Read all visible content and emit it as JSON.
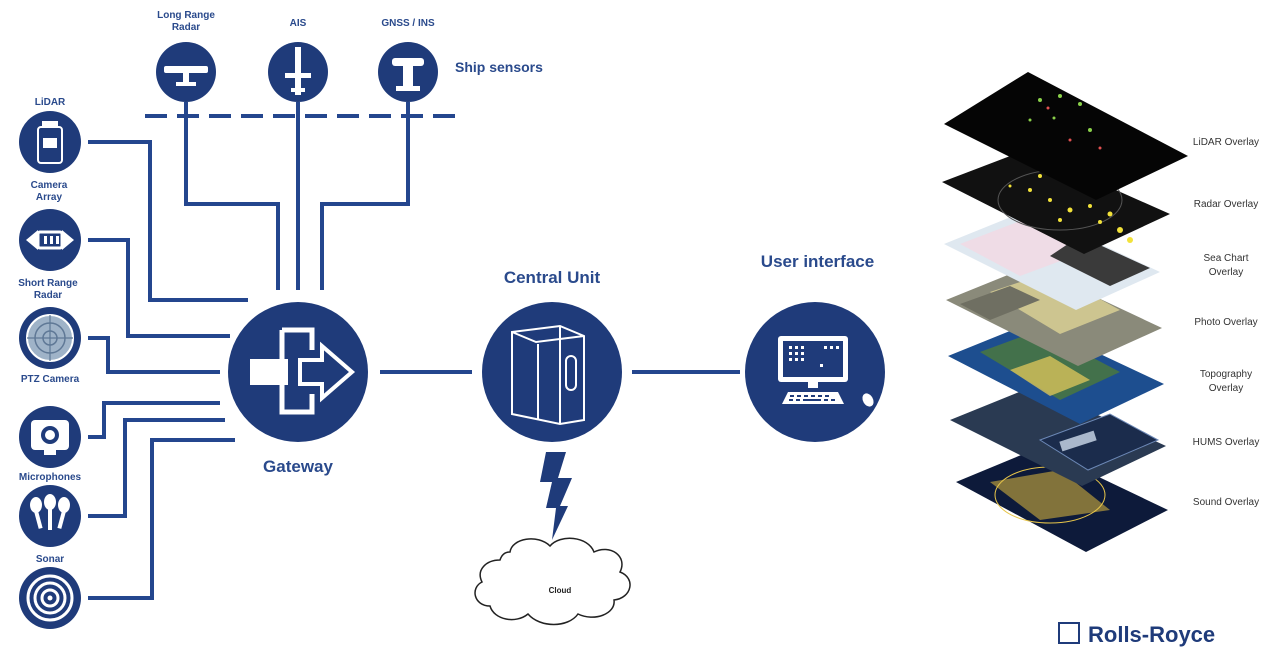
{
  "ship_sensors": {
    "title": "Ship sensors",
    "items": [
      {
        "label": "Long Range Radar"
      },
      {
        "label": "AIS"
      },
      {
        "label": "GNSS / INS"
      }
    ]
  },
  "left_sensors": [
    {
      "label": "LiDAR"
    },
    {
      "label": "Camera Array"
    },
    {
      "label": "Short Range Radar"
    },
    {
      "label": "PTZ Camera"
    },
    {
      "label": "Microphones"
    },
    {
      "label": "Sonar"
    }
  ],
  "nodes": {
    "gateway": "Gateway",
    "central_unit": "Central Unit",
    "user_interface": "User interface",
    "cloud": "Cloud"
  },
  "overlays": [
    "LiDAR Overlay",
    "Radar Overlay",
    "Sea Chart Overlay",
    "Photo Overlay",
    "Topography Overlay",
    "HUMS Overlay",
    "Sound Overlay"
  ],
  "brand": "Rolls-Royce",
  "colors": {
    "primary": "#1f3b7a",
    "line": "#24468e",
    "text": "#2a4a8c"
  }
}
